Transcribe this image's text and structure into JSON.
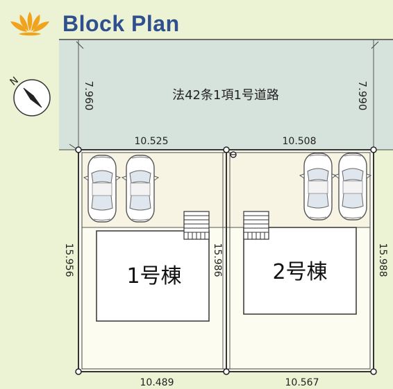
{
  "header": {
    "title": "Block Plan",
    "logo_icon": "lotus-icon",
    "logo_color": "#f0a31d",
    "title_color": "#2f4f8f"
  },
  "compass": {
    "label": "N",
    "icon": "north-arrow-icon"
  },
  "road": {
    "label": "法42条1項1号道路",
    "left_width": "7.960",
    "right_width": "7.990",
    "fill": "#d6e3dd"
  },
  "dimensions": {
    "top_left": "10.525",
    "top_right": "10.508",
    "left": "15.956",
    "middle": "15.986",
    "right": "15.988",
    "bottom_left": "10.489",
    "bottom_right": "10.567"
  },
  "buildings": {
    "b1": "1号棟",
    "b2": "2号棟"
  },
  "colors": {
    "lot_fill": "#fdfcf0",
    "parking_fill": "#f8f4e4",
    "line": "#3a3a3a"
  }
}
